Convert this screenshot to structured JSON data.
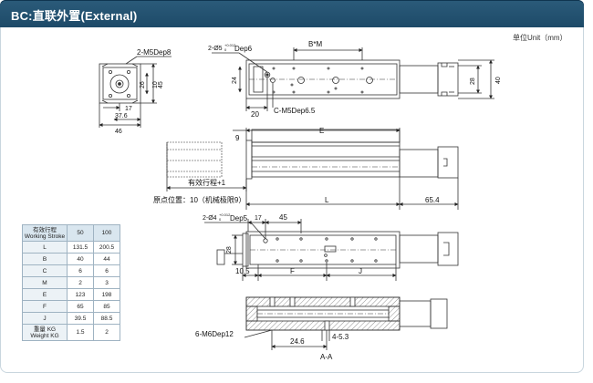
{
  "header": {
    "title": "BC:直联外置(External)"
  },
  "unit_label": "单位Unit（mm）",
  "colors": {
    "header_bg": "#1d4a68",
    "line": "#333333",
    "table_header": "#d9e6ef",
    "table_border": "#9fb3c2"
  },
  "views": {
    "end_view": {
      "hole_callout": "2-M5Dep8",
      "dim_17": "17",
      "dim_37_6": "37.6",
      "dim_46": "46",
      "dim_45": "45",
      "dim_10": "10",
      "dim_26": "26"
    },
    "top_view": {
      "hole_callout_top": "2-Ø5",
      "hole_callout_top_suffix": "Dep6",
      "tol_top": "+0.012",
      "tol_bottom": "0",
      "pitch_label": "B*M",
      "dim_24": "24",
      "dim_28": "28",
      "dim_40": "40",
      "dim_20": "20",
      "thread_callout": "C-M5Dep6.5"
    },
    "side_view": {
      "dim_9": "9",
      "dim_E": "E",
      "stroke_label": "有效行程+1",
      "origin_label": "原点位置：10（机械极限9）",
      "dim_L": "L",
      "dim_65_4": "65.4"
    },
    "bottom_view": {
      "hole_callout_top": "2-Ø4",
      "hole_callout_top_suffix": "Dep5",
      "tol_top": "+0.012",
      "tol_bottom": "0",
      "dim_17": "17",
      "dim_45": "45",
      "dim_28": "28",
      "dim_10_5": "10.5",
      "dim_F": "F",
      "dim_J": "J"
    },
    "section_view": {
      "thread_callout": "6-M6Dep12",
      "dim_24_6": "24.6",
      "dim_4_5_3": "4-5.3",
      "section_label": "A-A"
    }
  },
  "spec_table": {
    "header": {
      "line1": "有效行程",
      "line2": "Working Stroke"
    },
    "strokes": [
      "50",
      "100"
    ],
    "rows": [
      {
        "param": "L",
        "values": [
          "131.5",
          "200.5"
        ]
      },
      {
        "param": "B",
        "values": [
          "40",
          "44"
        ]
      },
      {
        "param": "C",
        "values": [
          "6",
          "6"
        ]
      },
      {
        "param": "M",
        "values": [
          "2",
          "3"
        ]
      },
      {
        "param": "E",
        "values": [
          "123",
          "198"
        ]
      },
      {
        "param": "F",
        "values": [
          "65",
          "85"
        ]
      },
      {
        "param": "J",
        "values": [
          "39.5",
          "88.5"
        ]
      }
    ],
    "weight": {
      "line1": "重量   KG",
      "line2": "Weight KG",
      "values": [
        "1.5",
        "2"
      ]
    }
  }
}
